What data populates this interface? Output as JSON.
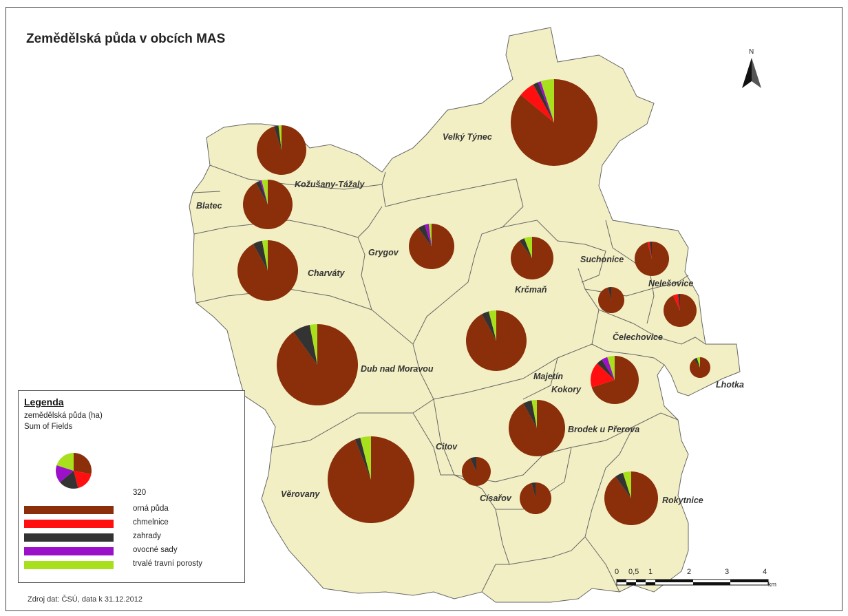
{
  "title": "Zemědělská půda v obcích MAS",
  "north_label": "N",
  "source": "Zdroj dat: ČSÚ, data k 31.12.2012",
  "legend": {
    "heading": "Legenda",
    "line1": "zemědělská půda (ha)",
    "line2": "Sum of Fields",
    "size_value": "320",
    "categories": [
      {
        "label": "orná půda",
        "color": "#8b2e0a"
      },
      {
        "label": "chmelnice",
        "color": "#ff0f0f"
      },
      {
        "label": "zahrady",
        "color": "#333333"
      },
      {
        "label": "ovocné sady",
        "color": "#9b10c9"
      },
      {
        "label": "trvalé travní porosty",
        "color": "#a8e01e"
      }
    ]
  },
  "scale_bar": {
    "ticks": [
      "0",
      "0,5",
      "1",
      "2",
      "3",
      "4"
    ],
    "unit": "km"
  },
  "municipalities": [
    {
      "name": "Velký Týnec"
    },
    {
      "name": "Kožušany-Tážaly"
    },
    {
      "name": "Blatec"
    },
    {
      "name": "Grygov"
    },
    {
      "name": "Charváty"
    },
    {
      "name": "Krčmaň"
    },
    {
      "name": "Suchonice"
    },
    {
      "name": "Nelešovice"
    },
    {
      "name": "Čelechovice"
    },
    {
      "name": "Dub nad Moravou"
    },
    {
      "name": "Majetín"
    },
    {
      "name": "Kokory"
    },
    {
      "name": "Lhotka"
    },
    {
      "name": "Brodek u Přerova"
    },
    {
      "name": "Citov"
    },
    {
      "name": "Věrovany"
    },
    {
      "name": "Císařov"
    },
    {
      "name": "Rokytnice"
    }
  ]
}
